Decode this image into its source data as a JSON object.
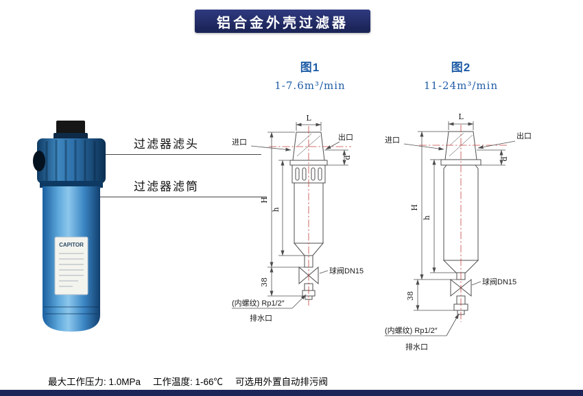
{
  "colors": {
    "banner_bg": "#1c2558",
    "figure_text_blue": "#1e5ca6",
    "centerline_red": "#c8413d",
    "product_blue": "#2d7ab8"
  },
  "banner": {
    "title": "铝合金外壳过滤器"
  },
  "product": {
    "brand": "CAPITOR",
    "callouts": {
      "head": "过滤器滤头",
      "body": "过滤器滤筒"
    }
  },
  "figures": [
    {
      "title": "图1",
      "flow": "1-7.6m³/min",
      "labels": {
        "L": "L",
        "inlet": "进口",
        "outlet": "出口",
        "d": "d",
        "H": "H",
        "h": "h",
        "dim38": "38",
        "valve": "球阀DN15",
        "thread": "(内螺纹) Rp1/2″",
        "drain": "排水口"
      }
    },
    {
      "title": "图2",
      "flow": "11-24m³/min",
      "labels": {
        "L": "L",
        "inlet": "进口",
        "outlet": "出口",
        "d": "d",
        "H": "H",
        "h": "h",
        "dim38": "38",
        "valve": "球阀DN15",
        "thread": "(内螺纹) Rp1/2″",
        "drain": "排水口"
      }
    }
  ],
  "footer": {
    "pressure": "最大工作压力: 1.0MPa",
    "temperature": "工作温度: 1-66℃",
    "note": "可选用外置自动排污阀"
  }
}
